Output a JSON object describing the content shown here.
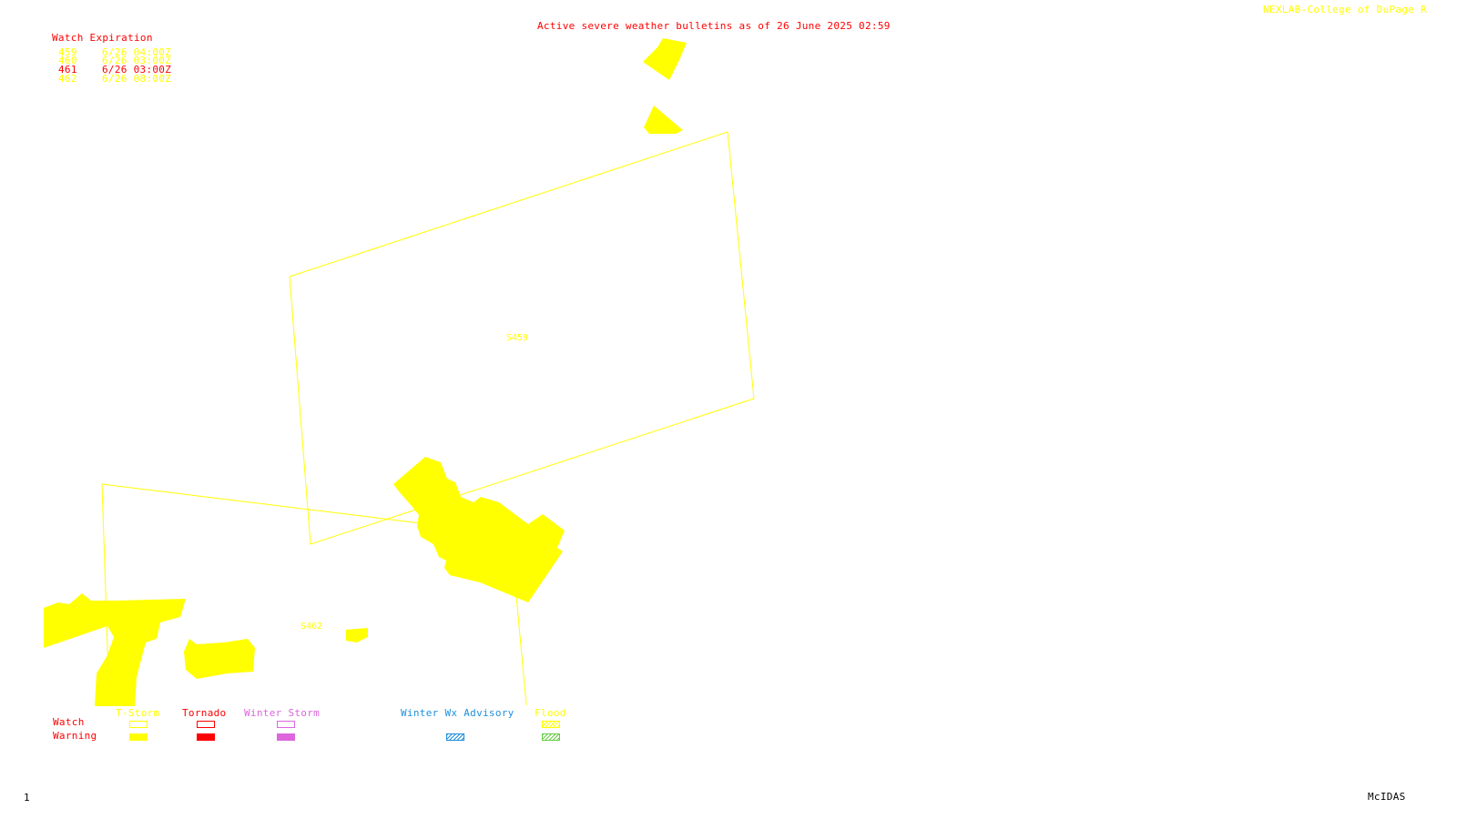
{
  "header": {
    "title": "Active severe weather bulletins as of 26 June 2025 02:59",
    "credit": "NEXLAB-College of DuPage R"
  },
  "watch_expiration": {
    "heading": "Watch Expiration",
    "rows": [
      {
        "id": "459",
        "time": "6/26 04:00Z",
        "color": "#ffff00"
      },
      {
        "id": "460",
        "time": "6/26 03:00Z",
        "color": "#ffff00"
      },
      {
        "id": "461",
        "time": "6/26 03:00Z",
        "color": "#ff0000"
      },
      {
        "id": "462",
        "time": "6/26 08:00Z",
        "color": "#ffff00"
      }
    ]
  },
  "map": {
    "watch_labels": [
      {
        "name": "watch-label-459",
        "text": "S459"
      },
      {
        "name": "watch-label-462",
        "text": "S462"
      }
    ],
    "colors": {
      "watch_outline": "#ffff00",
      "warning_fill": "#ffff00"
    }
  },
  "legend": {
    "row_labels": {
      "watch": "Watch",
      "warning": "Warning"
    },
    "categories": [
      {
        "key": "t-storm",
        "label": "T-Storm",
        "color": "#ffff00"
      },
      {
        "key": "tornado",
        "label": "Tornado",
        "color": "#ff0000"
      },
      {
        "key": "winter-storm",
        "label": "Winter Storm",
        "color": "#dd66dd"
      },
      {
        "key": "winter-wx-advisory",
        "label": "Winter Wx Advisory",
        "color": "#1e90dd"
      },
      {
        "key": "flood",
        "label": "Flood",
        "color": "#ffff00"
      }
    ]
  },
  "footer": {
    "frame_number": "1",
    "software": "McIDAS"
  }
}
